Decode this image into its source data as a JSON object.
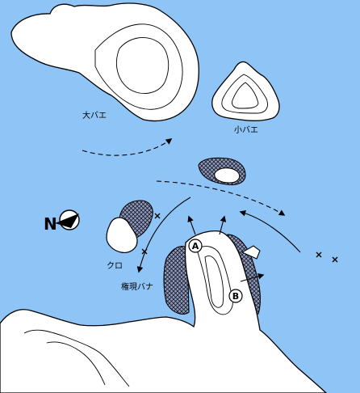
{
  "colors": {
    "sea": "#8fc4f6",
    "land": "#ffffff",
    "outline": "#000000",
    "reef_fill": "#8f9cc8"
  },
  "labels": {
    "oobae": "大バエ",
    "kobae": "小バエ",
    "kuro": "クロ",
    "gongen_bana": "権現バナ"
  },
  "markers": {
    "point_a": "A",
    "point_b": "B"
  },
  "legend": {
    "compass_letter": "N",
    "compass_icon": "north-arrow-icon"
  },
  "icons": {
    "hazard_mark": "x-mark-icon",
    "current_arrow": "arrow-icon",
    "reef_area": "hatched-reef-icon",
    "boat": "boat-icon"
  }
}
